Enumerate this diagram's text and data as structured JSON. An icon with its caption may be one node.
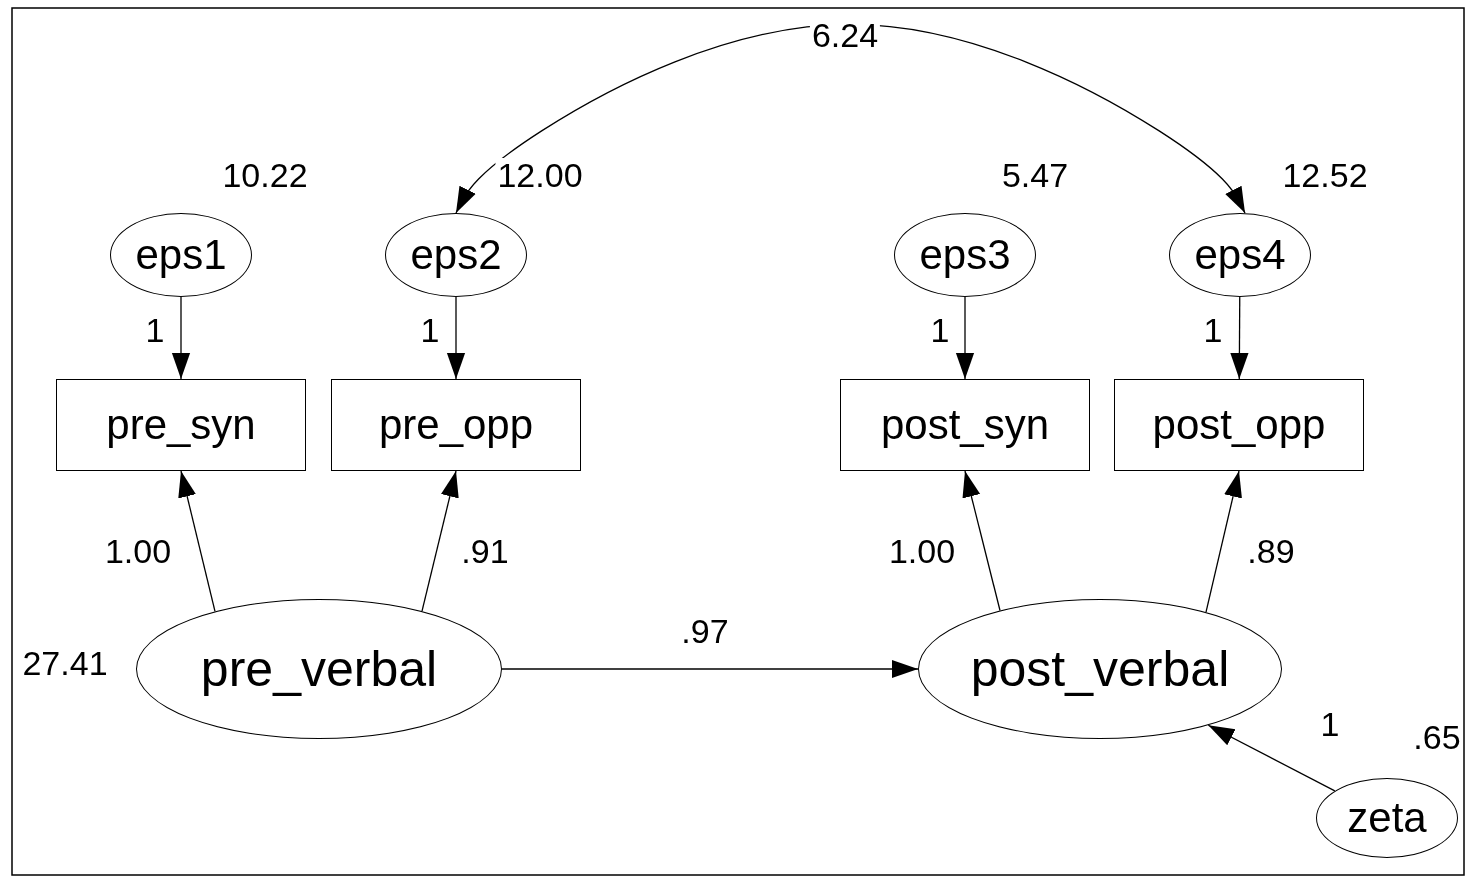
{
  "diagram": {
    "nodes": [
      {
        "text": [
          "eps1"
        ],
        "beside": [
          "10.22"
        ]
      },
      {
        "text": [
          "eps2"
        ],
        "beside": [
          "12.00"
        ]
      },
      {
        "text": [
          "eps3"
        ],
        "beside": [
          "5.47"
        ]
      },
      {
        "text": [
          "eps4"
        ],
        "beside": [
          "12.52"
        ]
      },
      {
        "text": [
          "pre_syn"
        ]
      },
      {
        "text": [
          "pre_opp"
        ]
      },
      {
        "text": [
          "post_syn"
        ]
      },
      {
        "text": [
          "post_opp"
        ]
      },
      {
        "text": [
          "pre_verbal"
        ],
        "beside": [
          "27.41"
        ]
      },
      {
        "text": [
          "post_verbal"
        ]
      },
      {
        "text": [
          "zeta"
        ],
        "beside": [
          ".65"
        ]
      }
    ],
    "edges": [
      {
        "from": 3,
        "to": 1,
        "arrow": "both",
        "label": "6.24"
      },
      {
        "from": 0,
        "to": 4,
        "arrow": "to",
        "label": "1"
      },
      {
        "from": 1,
        "to": 5,
        "arrow": "to",
        "label": "1"
      },
      {
        "from": 2,
        "to": 6,
        "arrow": "to",
        "label": "1"
      },
      {
        "from": 3,
        "to": 7,
        "arrow": "to",
        "label": "1"
      },
      {
        "from": 8,
        "to": 4,
        "arrow": "to",
        "label": "1.00"
      },
      {
        "from": 8,
        "to": 5,
        "arrow": "to",
        "label": ".91"
      },
      {
        "from": 9,
        "to": 6,
        "arrow": "to",
        "label": "1.00"
      },
      {
        "from": 9,
        "to": 7,
        "arrow": "to",
        "label": ".89"
      },
      {
        "from": 8,
        "to": 9,
        "arrow": "to",
        "label": ".97"
      },
      {
        "from": 10,
        "to": 9,
        "arrow": "to",
        "label": "1"
      }
    ]
  }
}
